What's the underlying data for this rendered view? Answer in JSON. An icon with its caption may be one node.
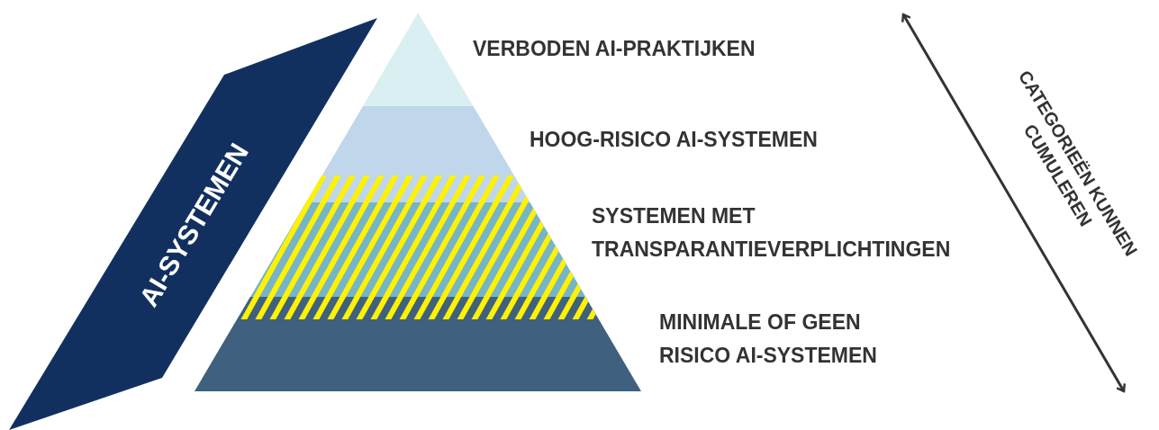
{
  "diagram": {
    "nodes": [
      {
        "text": [
          "AI-SYSTEMEN"
        ]
      },
      {
        "text": [
          "VERBODEN AI-PRAKTIJKEN"
        ]
      },
      {
        "text": [
          "HOOG-RISICO AI-SYSTEMEN"
        ]
      },
      {
        "text": [
          "SYSTEMEN MET TRANSPARANTIEVERPLICHTINGEN"
        ]
      },
      {
        "text": [
          "MINIMALE OF GEEN RISICO AI-SYSTEMEN"
        ]
      }
    ],
    "edges": [],
    "labels": [
      "CATEGORIEËN KUNNEN CUMULEREN"
    ]
  }
}
